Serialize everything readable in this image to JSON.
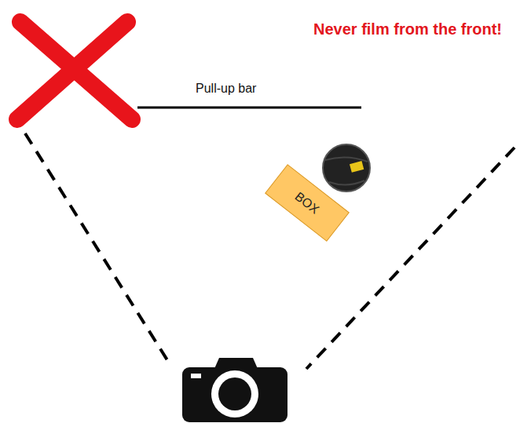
{
  "diagram": {
    "title": "Never film from the front!",
    "nodes": [
      {
        "text": [
          "BOX"
        ]
      }
    ],
    "labels": [
      "Pull-up bar"
    ]
  }
}
